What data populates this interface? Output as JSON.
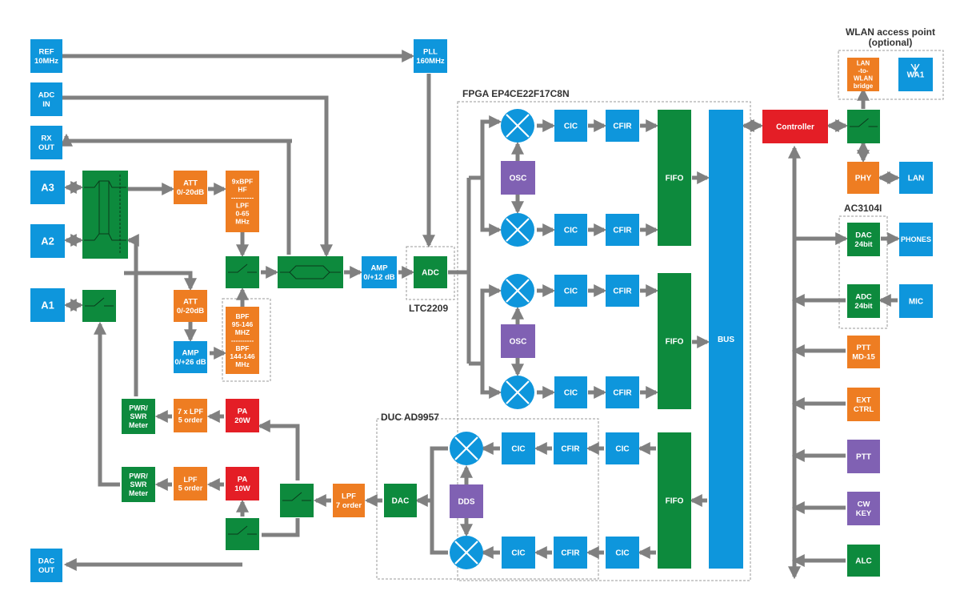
{
  "colors": {
    "blue": "#0e96dc",
    "orange": "#ee7d22",
    "green": "#0d8a3d",
    "purple": "#8061b3",
    "red": "#e41e26",
    "line": "#808080"
  },
  "labels": {
    "fpga": "FPGA EP4CE22F17C8N",
    "wlan_title": "WLAN access point",
    "wlan_sub": "(optional)",
    "ac3104": "AC3104I",
    "ltc": "LTC2209",
    "duc": "DUC AD9957"
  },
  "blocks": {
    "ref": [
      "REF",
      "10MHz"
    ],
    "adc_in": [
      "ADC",
      "IN"
    ],
    "rx_out": [
      "RX",
      "OUT"
    ],
    "a3": [
      "A3"
    ],
    "a2": [
      "A2"
    ],
    "a1": [
      "A1"
    ],
    "pll": [
      "PLL",
      "160MHz"
    ],
    "att1": [
      "ATT",
      "0/-20dB"
    ],
    "filt1": [
      "9xBPF",
      "HF",
      "----------",
      "LPF",
      "0-65",
      "MHz"
    ],
    "att2": [
      "ATT",
      "0/-20dB"
    ],
    "amp26": [
      "AMP",
      "0/+26 dB"
    ],
    "filt2": [
      "BPF",
      "95-146",
      "MHZ",
      "----------",
      "BPF",
      "144-146",
      "MHz"
    ],
    "amp12": [
      "AMP",
      "0/+12 dB"
    ],
    "adc": [
      "ADC"
    ],
    "osc1": [
      "OSC"
    ],
    "osc2": [
      "OSC"
    ],
    "cic_r1": [
      "CIC"
    ],
    "cic_r2": [
      "CIC"
    ],
    "cic_r3": [
      "CIC"
    ],
    "cic_r4": [
      "CIC"
    ],
    "cfir_r1": [
      "CFIR"
    ],
    "cfir_r2": [
      "CFIR"
    ],
    "cfir_r3": [
      "CFIR"
    ],
    "cfir_r4": [
      "CFIR"
    ],
    "fifo1": [
      "FIFO"
    ],
    "fifo2": [
      "FIFO"
    ],
    "fifo3": [
      "FIFO"
    ],
    "bus": [
      "BUS"
    ],
    "controller": [
      "Controller"
    ],
    "bridge": [
      "LAN",
      "-to-",
      "WLAN",
      "bridge"
    ],
    "wa1": [
      "WA1"
    ],
    "phy": [
      "PHY"
    ],
    "lan": [
      "LAN"
    ],
    "dac24": [
      "DAC",
      "24bit"
    ],
    "phones": [
      "PHONES"
    ],
    "adc24": [
      "ADC",
      "24bit"
    ],
    "mic": [
      "MIC"
    ],
    "ptt_md": [
      "PTT",
      "MD-15"
    ],
    "ext": [
      "EXT",
      "CTRL"
    ],
    "ptt": [
      "PTT"
    ],
    "cw": [
      "CW",
      "KEY"
    ],
    "alc": [
      "ALC"
    ],
    "pwr1": [
      "PWR/",
      "SWR",
      "Meter"
    ],
    "lpf7": [
      "7 x LPF",
      "5 order"
    ],
    "pa20": [
      "PA",
      "20W"
    ],
    "pwr2": [
      "PWR/",
      "SWR",
      "Meter"
    ],
    "lpf5": [
      "LPF",
      "5 order"
    ],
    "pa10": [
      "PA",
      "10W"
    ],
    "lpf_tx": [
      "LPF",
      "7 order"
    ],
    "dac": [
      "DAC"
    ],
    "dds": [
      "DDS"
    ],
    "cic_t1": [
      "CIC"
    ],
    "cic_t2": [
      "CIC"
    ],
    "cfir_t1": [
      "CFIR"
    ],
    "cfir_t2": [
      "CFIR"
    ],
    "cic_t3": [
      "CIC"
    ],
    "cic_t4": [
      "CIC"
    ],
    "dac_out": [
      "DAC",
      "OUT"
    ]
  }
}
